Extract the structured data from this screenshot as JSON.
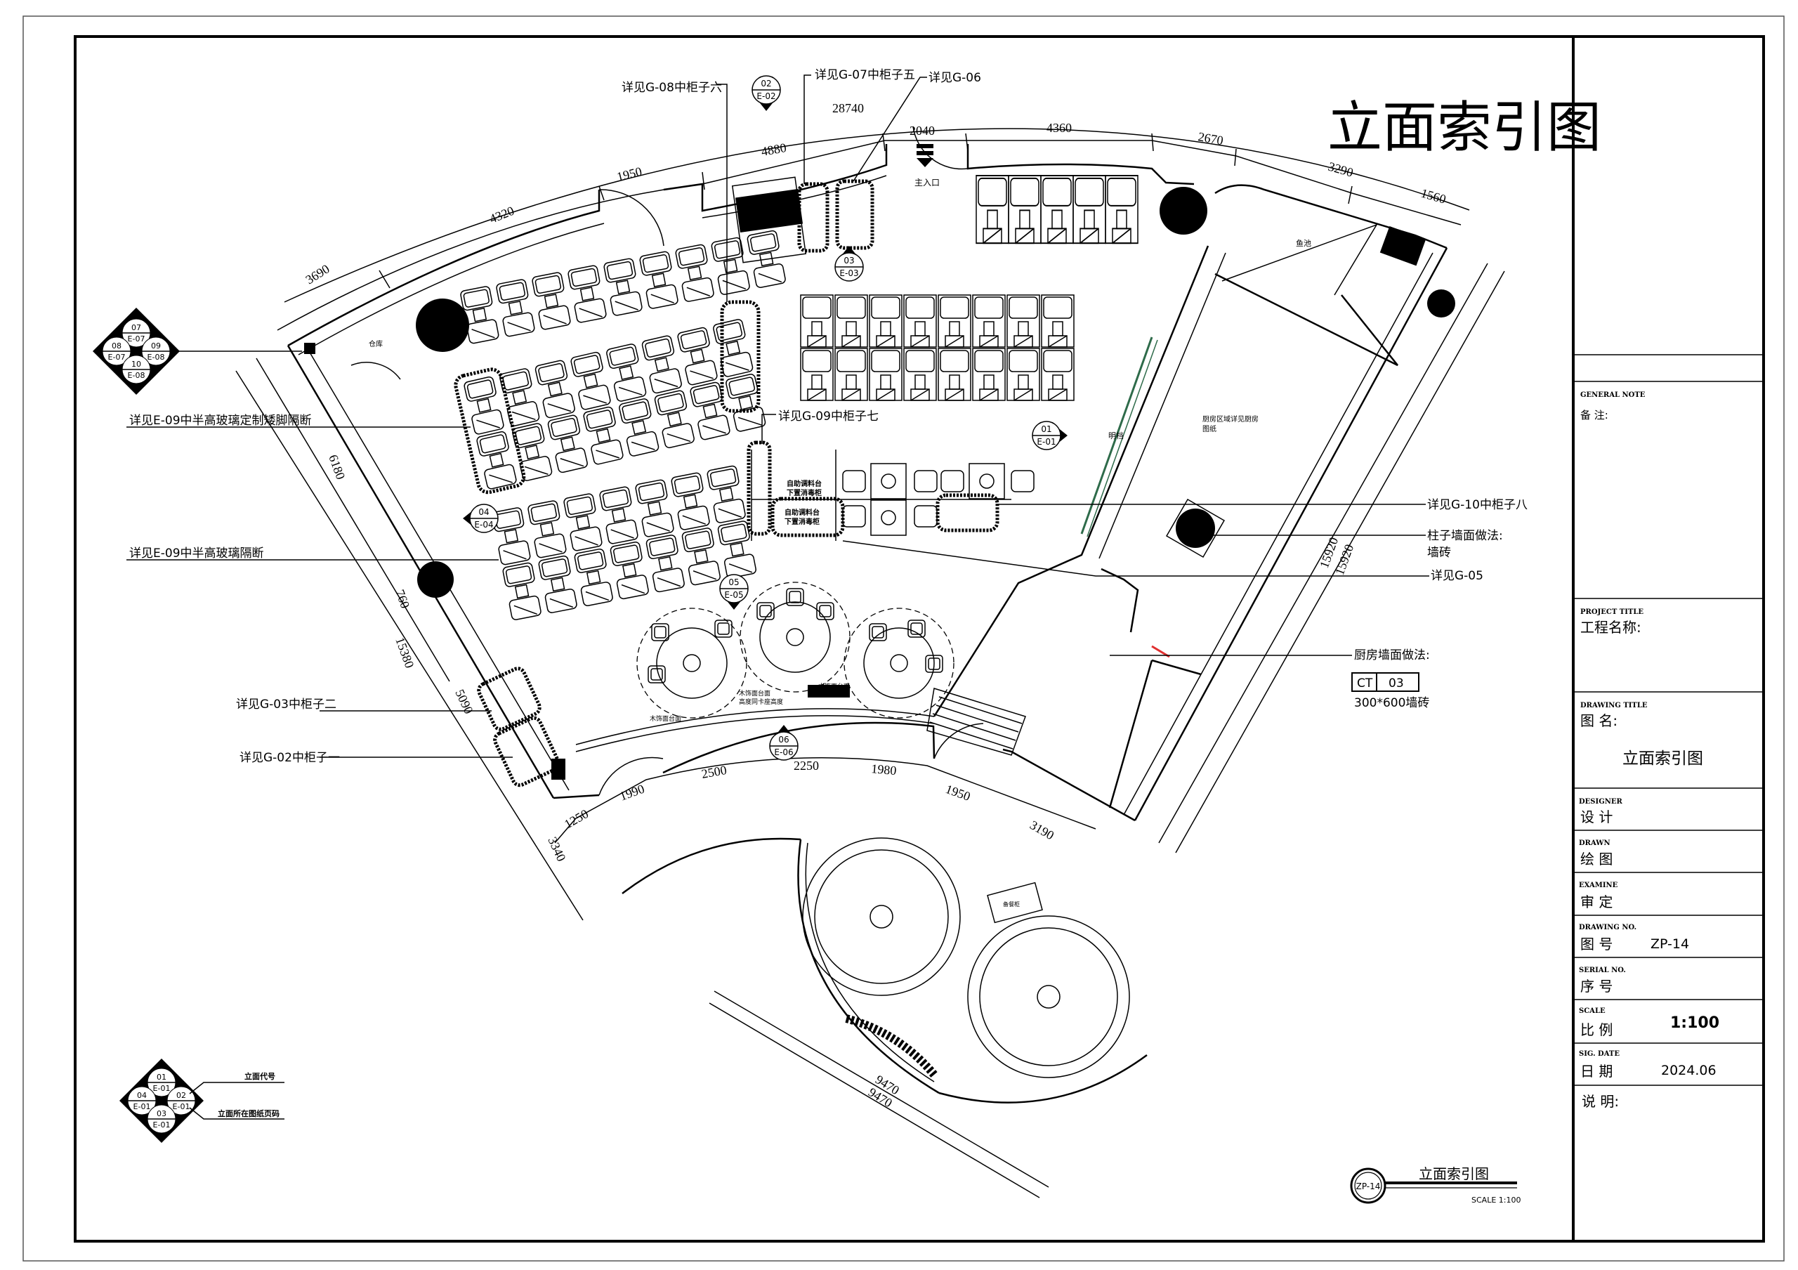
{
  "drawing": {
    "title": "立面索引图",
    "callouts": {
      "g08": "详见G-08中柜子六",
      "g07": "详见G-07中柜子五",
      "g06": "详见G-06",
      "g09": "详见G-09中柜子七",
      "g10": "详见G-10中柜子八",
      "column_finish_1": "柱子墙面做法:",
      "column_finish_2": "墙砖",
      "g05": "详见G-05",
      "e09_low": "详见E-09中半高玻璃定制矮脚隔断",
      "e09": "详见E-09中半高玻璃隔断",
      "g03": "详见G-03中柜子二",
      "g02": "详见G-02中柜子一",
      "kitchen_wall": "厨房墙面做法:",
      "material_code": "CT",
      "material_no": "03",
      "material_desc": "300*600墙砖"
    },
    "room_labels": {
      "entrance": "主入口",
      "storage": "仓库",
      "open_kitchen": "明档",
      "kitchen_note_1": "厨房区域详见厨房",
      "kitchen_note_2": "图纸",
      "fish_pond": "鱼池",
      "sauce_1a": "自助调料台",
      "sauce_1b": "下置消毒柜",
      "sauce_2a": "自助调料台",
      "sauce_2b": "下置消毒柜",
      "wood_top_1": "木饰面台面",
      "wood_top_2": "木饰面台面",
      "wood_top_3a": "木饰面台面",
      "wood_top_3b": "高度同卡座高度",
      "sideboard": "备餐柜"
    },
    "dimensions": {
      "overall_arc": "28740",
      "top": [
        "3690",
        "4320",
        "1950",
        "4880",
        "2040",
        "4360",
        "2670",
        "3290",
        "1560"
      ],
      "left": [
        "6180",
        "760",
        "15380",
        "5090",
        "3340"
      ],
      "right": [
        "15920",
        "15920"
      ],
      "bottom": [
        "1250",
        "1990",
        "2500",
        "2250",
        "1980",
        "1950",
        "3190"
      ],
      "lower": [
        "9470",
        "9470"
      ]
    },
    "index_marks": [
      {
        "no": "02",
        "sheet": "E-02"
      },
      {
        "no": "03",
        "sheet": "E-03"
      },
      {
        "no": "01",
        "sheet": "E-01"
      },
      {
        "no": "04",
        "sheet": "E-04"
      },
      {
        "no": "05",
        "sheet": "E-05"
      },
      {
        "no": "06",
        "sheet": "E-06"
      }
    ],
    "quad_mark": {
      "n1": "07",
      "s1": "E-07",
      "n2": "08",
      "s2": "E-07",
      "n3": "09",
      "s3": "E-08",
      "n4": "10",
      "s4": "E-08"
    },
    "legend": {
      "n1": "01",
      "s1": "E-01",
      "n2": "02",
      "s2": "E-01",
      "n3": "03",
      "s3": "E-01",
      "n4": "04",
      "s4": "E-01",
      "code_label": "立面代号",
      "page_label": "立面所在图纸页码"
    },
    "title_stamp": {
      "sheet": "ZP-14",
      "title": "立面索引图",
      "scale": "SCALE 1:100"
    },
    "accent_colors": {
      "glass": "#2e6b4a",
      "marker": "#e03030"
    }
  },
  "title_block": {
    "general_note_en": "GENERAL NOTE",
    "general_note_cn": "备 注:",
    "project_title_en": "PROJECT TITLE",
    "project_title_cn": "工程名称:",
    "drawing_title_en": "DRAWING TITLE",
    "drawing_title_cn": "图     名:",
    "drawing_title_value": "立面索引图",
    "designer_en": "DESIGNER",
    "designer_cn": "设 计",
    "drawn_en": "DRAWN",
    "drawn_cn": "绘 图",
    "examine_en": "EXAMINE",
    "examine_cn": "审 定",
    "drawing_no_en": "DRAWING NO.",
    "drawing_no_cn": "图 号",
    "drawing_no_value": "ZP-14",
    "serial_no_en": "SERIAL NO.",
    "serial_no_cn": "序 号",
    "scale_en": "SCALE",
    "scale_cn": "比 例",
    "scale_value": "1:100",
    "date_en": "SIG. DATE",
    "date_cn": "日 期",
    "date_value": "2024.06",
    "remarks_cn": "说   明:"
  }
}
